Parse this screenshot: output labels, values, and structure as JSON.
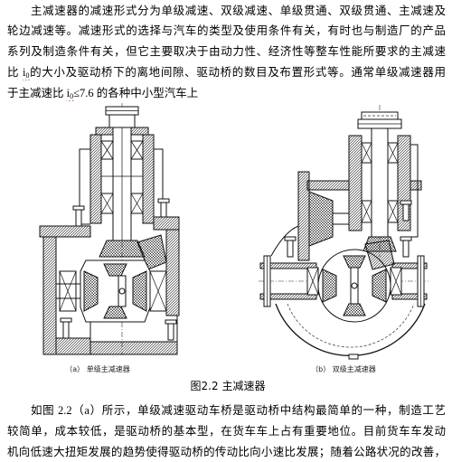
{
  "paragraph1": {
    "line1": "主减速器的减速形式分为单级减速、双级减速、单级贯通、双级贯通、主减速及",
    "line2": "轮边减速等。减速形式的选择与汽车的类型及使用条件有关，有时也与制造厂的产品",
    "line3": "系列及制造条件有关，但它主要取决于由动力性、经济性等整车性能所要求的主减速",
    "line4": {
      "before": "比 ",
      "var": "i",
      "sub": "0",
      "after": "的大小及驱动桥下的离地间隙、驱动桥的数目及布置形式等。通常单级减速器用"
    },
    "line5": {
      "before": "于主减速比 ",
      "var": "i",
      "sub": "0",
      "after": "≤7.6 的各种中小型汽车上"
    }
  },
  "figure": {
    "label_a": "（a） 单级主减速器",
    "label_b": "（b） 双级主减速器",
    "caption": "图2.2 主减速器"
  },
  "paragraph2": {
    "line1": "如图 2.2（a）所示，单级减速驱动车桥是驱动桥中结构最简单的一种，制造工艺",
    "line2": "较简单，成本较低，是驱动桥的基本型，在货车车上占有重要地位。目前货车车发动",
    "line3": "机向低速大扭矩发展的趋势使得驱动桥的传动比向小速比发展；随着公路状况的改善，"
  },
  "colors": {
    "text": "#000000",
    "background": "#ffffff",
    "spellcheck_underline": "#d24a3a"
  }
}
